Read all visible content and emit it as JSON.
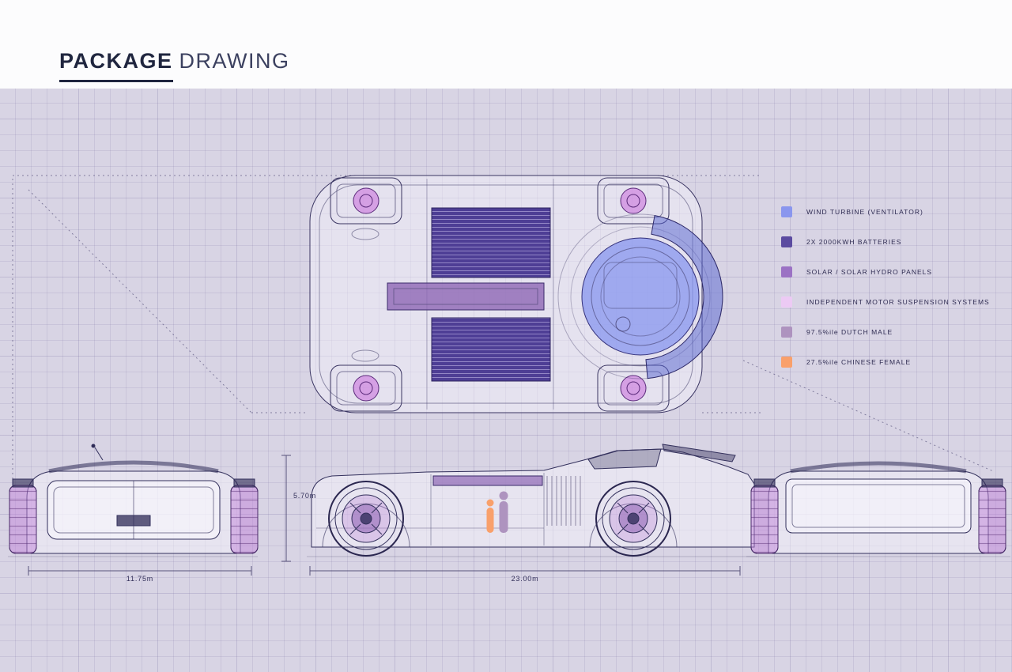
{
  "header": {
    "title_primary": "PACKAGE",
    "title_secondary": "DRAWING"
  },
  "legend": {
    "items": [
      {
        "name": "wind-turbine",
        "label": "WIND TURBINE (VENTILATOR)",
        "color": "#8A96EE"
      },
      {
        "name": "batteries",
        "label": "2X 2000KWH BATTERIES",
        "color": "#5B4BA0"
      },
      {
        "name": "solar-panels",
        "label": "SOLAR / SOLAR HYDRO PANELS",
        "color": "#9B72C4"
      },
      {
        "name": "motor-suspension",
        "label": "INDEPENDENT MOTOR SUSPENSION SYSTEMS",
        "color": "#ECCAF4"
      },
      {
        "name": "dutch-male",
        "label": "97.5%ile DUTCH MALE",
        "color": "#AE93BF"
      },
      {
        "name": "chinese-female",
        "label": "27.5%ile CHINESE FEMALE",
        "color": "#F9A06B"
      }
    ]
  },
  "dimensions": {
    "front_width": "11.75m",
    "overall_length": "23.00m",
    "overall_height": "5.70m"
  }
}
